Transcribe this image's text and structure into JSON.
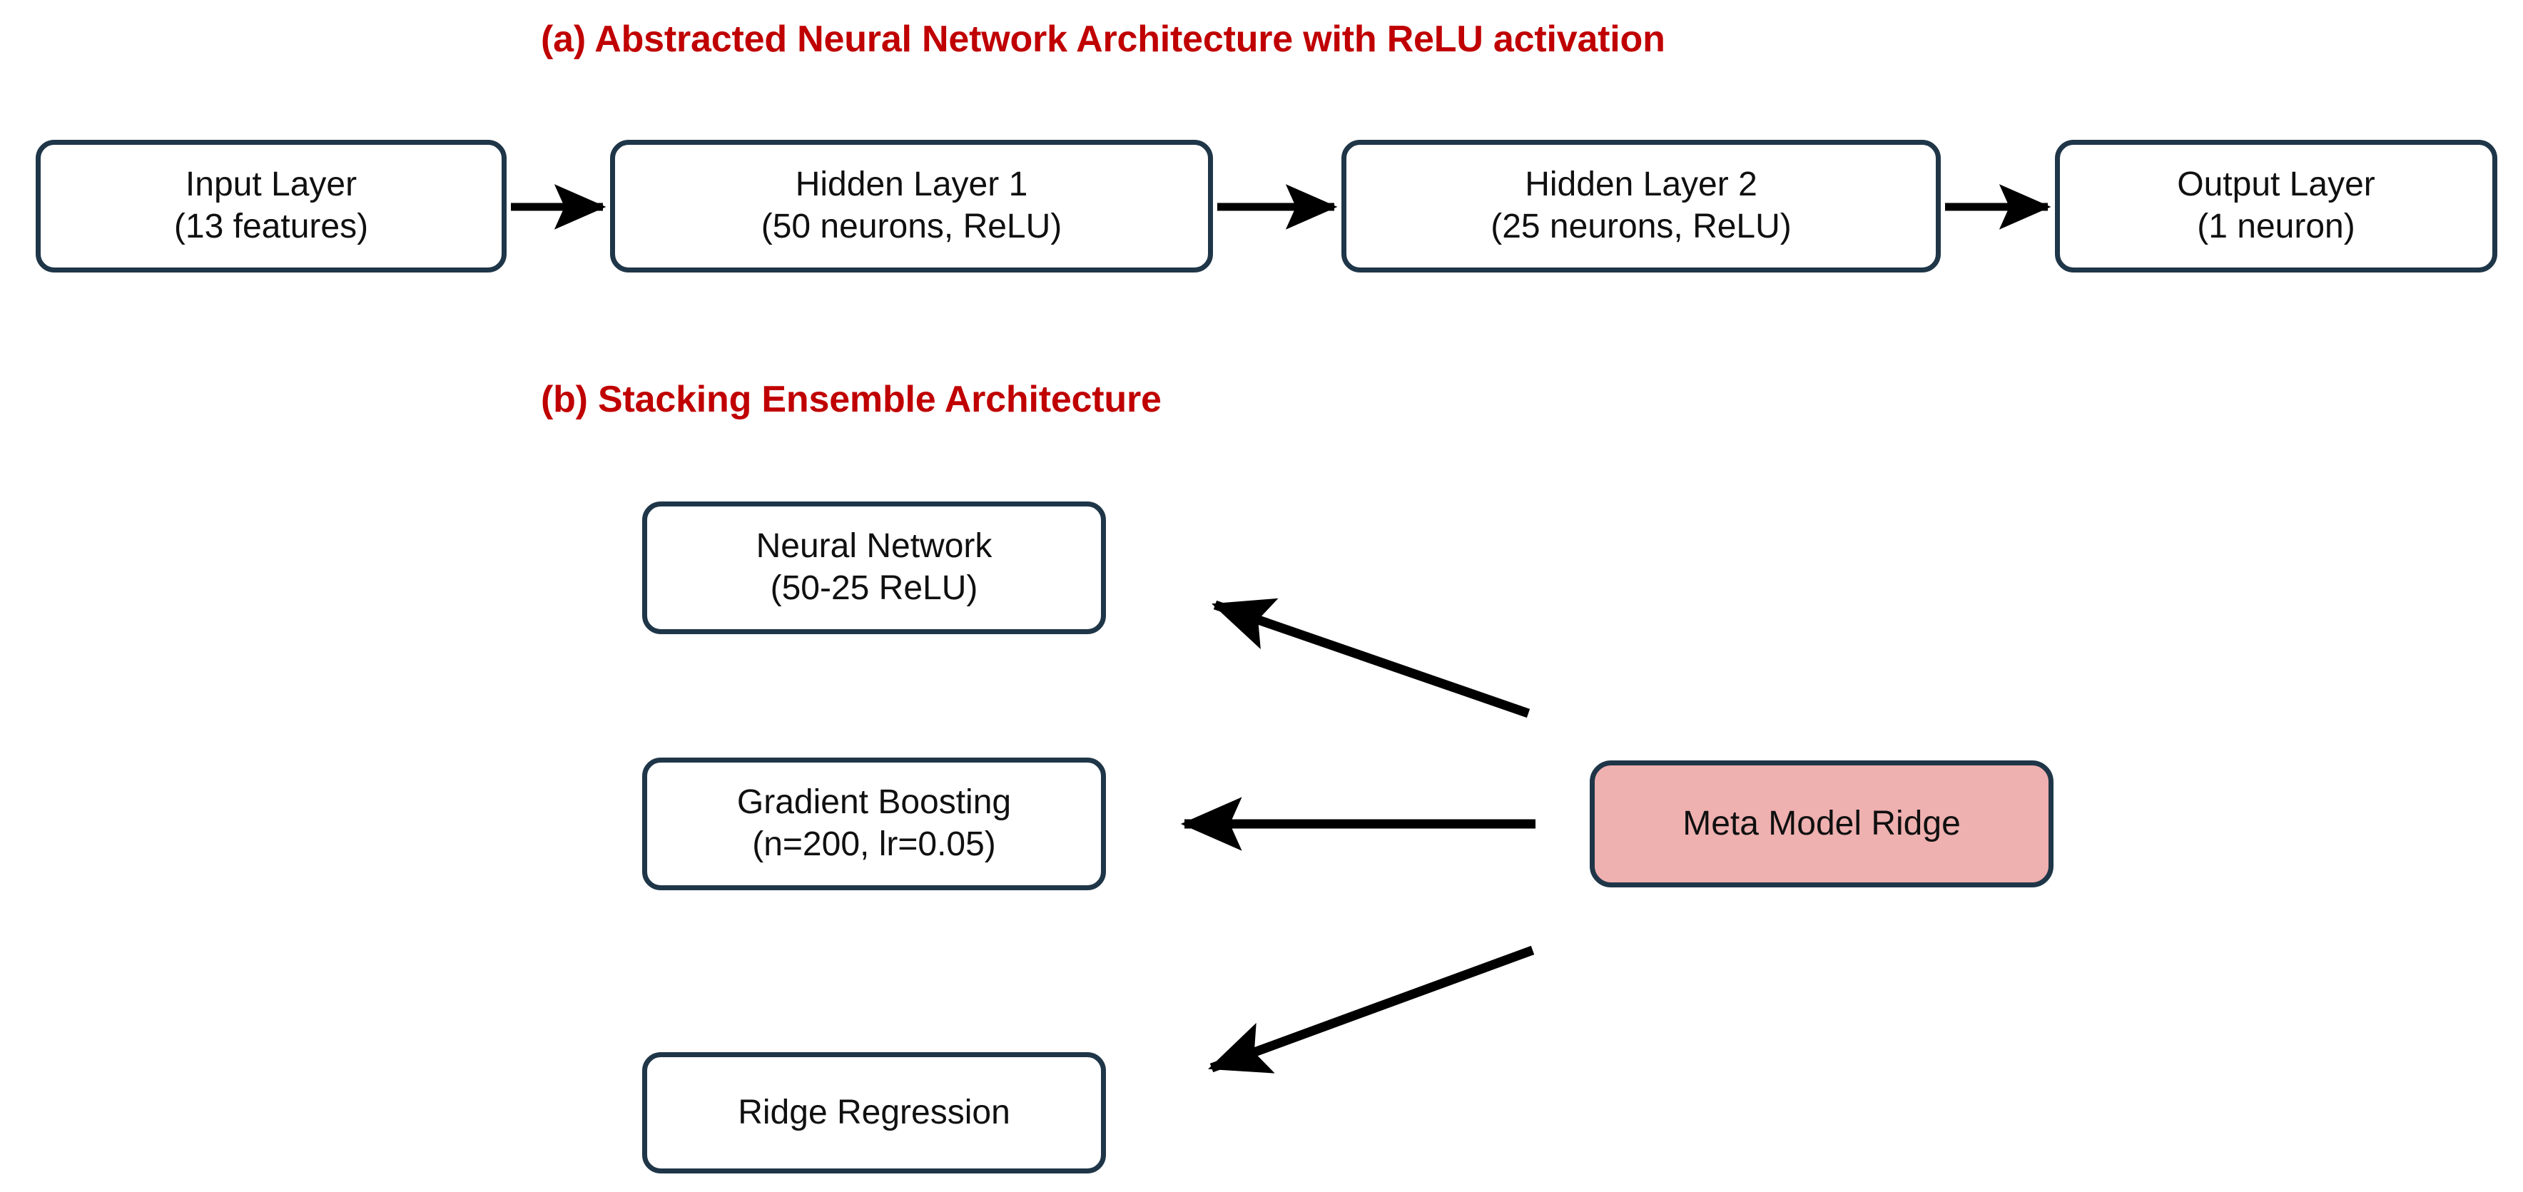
{
  "figure": {
    "sections": [
      {
        "id": "a",
        "title": "(a) Abstracted Neural Network Architecture with ReLU activation",
        "title_color": "#C00000",
        "nodes": [
          {
            "id": "input",
            "line1": "Input Layer",
            "line2": "(13 features)"
          },
          {
            "id": "hidden1",
            "line1": "Hidden Layer 1",
            "line2": "(50 neurons, ReLU)"
          },
          {
            "id": "hidden2",
            "line1": "Hidden Layer 2",
            "line2": "(25 neurons, ReLU)"
          },
          {
            "id": "output",
            "line1": "Output Layer",
            "line2": "(1 neuron)"
          }
        ]
      },
      {
        "id": "b",
        "title": "(b) Stacking Ensemble Architecture",
        "title_color": "#C00000",
        "nodes": [
          {
            "id": "nn",
            "line1": "Neural Network",
            "line2": "(50-25 ReLU)"
          },
          {
            "id": "gb",
            "line1": "Gradient Boosting",
            "line2": "(n=200, lr=0.05)"
          },
          {
            "id": "ridge",
            "line1": "Ridge Regression",
            "line2": ""
          },
          {
            "id": "meta",
            "line1": "Meta Model Ridge",
            "line2": "",
            "fill": "#EFB0B0"
          }
        ]
      }
    ],
    "style": {
      "box_border_color": "#1F3648",
      "box_fill_color": "#FFFFFF",
      "meta_fill_color": "#EFB0B0",
      "arrow_color": "#000000",
      "text_color": "#101010",
      "background_color": "#FFFFFF"
    }
  }
}
